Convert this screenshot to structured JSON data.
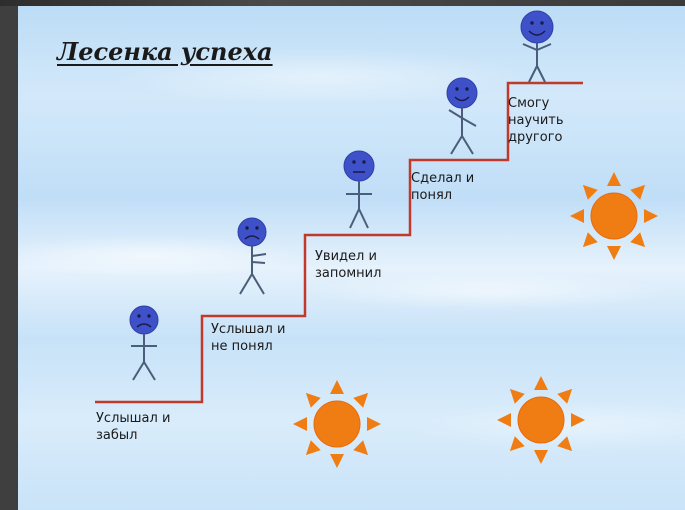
{
  "title": "Лесенка успеха",
  "steps": [
    {
      "label": "Услышал и\nзабыл",
      "mood": "sad"
    },
    {
      "label": "Услышал и\nне понял",
      "mood": "sad"
    },
    {
      "label": "Увидел и\nзапомнил",
      "mood": "neutral"
    },
    {
      "label": "Сделал и\nпонял",
      "mood": "happy"
    },
    {
      "label": "Смогу\nнаучить\nдругого",
      "mood": "happy"
    }
  ],
  "colors": {
    "stair_line": "#c0392b",
    "figure_head": "#3f51c8",
    "figure_body": "#4a5d7a",
    "sun": "#f07d14"
  }
}
